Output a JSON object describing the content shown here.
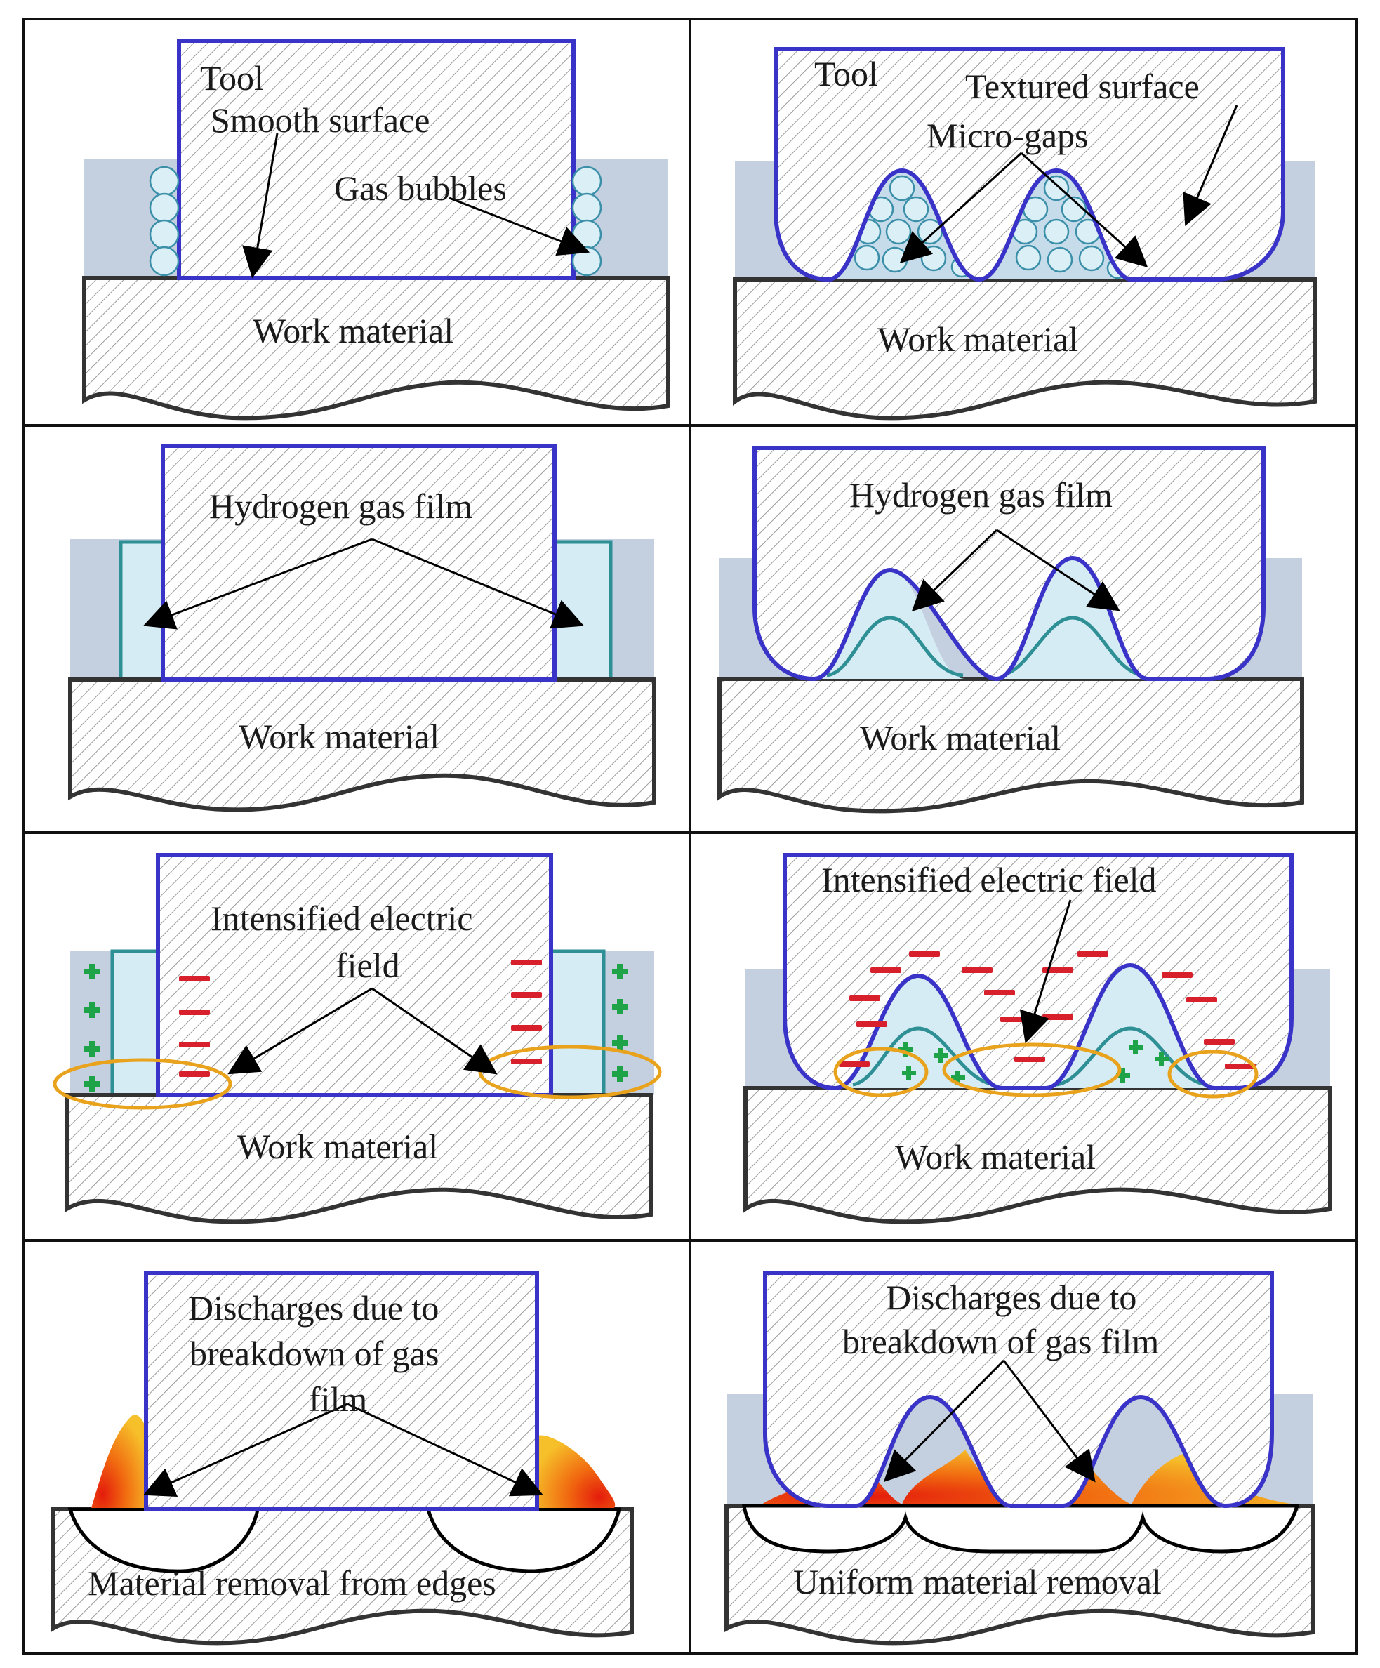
{
  "colors": {
    "tool_outline": "#3a33c8",
    "electrolyte": "#c4cfe0",
    "gas_film_fill": "#d6ecf4",
    "gas_film_outline": "#2e8f95",
    "bubble_fill": "#daf0f6",
    "work_outline": "#333333",
    "negative_charge": "#d8202c",
    "positive_charge": "#1fa348",
    "discharge_zone": "#e8a21c",
    "spark_core": "#e8200a",
    "spark_outer": "#f6b021"
  },
  "panels": {
    "p1": {
      "tool": "Tool",
      "smooth": "Smooth surface",
      "bubbles": "Gas bubbles",
      "work": "Work material"
    },
    "p2": {
      "tool": "Tool",
      "textured": "Textured surface",
      "gaps": "Micro-gaps",
      "work": "Work material"
    },
    "p3": {
      "film": "Hydrogen gas film",
      "work": "Work material"
    },
    "p4": {
      "film": "Hydrogen gas film",
      "work": "Work material"
    },
    "p5": {
      "field1": "Intensified electric",
      "field2": "field",
      "work": "Work material",
      "minus": "−",
      "plus": "+"
    },
    "p6": {
      "field": "Intensified electric field",
      "work": "Work material",
      "minus": "−",
      "plus": "+"
    },
    "p7": {
      "d1": "Discharges due to",
      "d2": "breakdown of gas",
      "d3": "film",
      "work": "Material removal from edges"
    },
    "p8": {
      "d1": "Discharges due to",
      "d2": "breakdown of gas film",
      "work": "Uniform material removal"
    }
  }
}
